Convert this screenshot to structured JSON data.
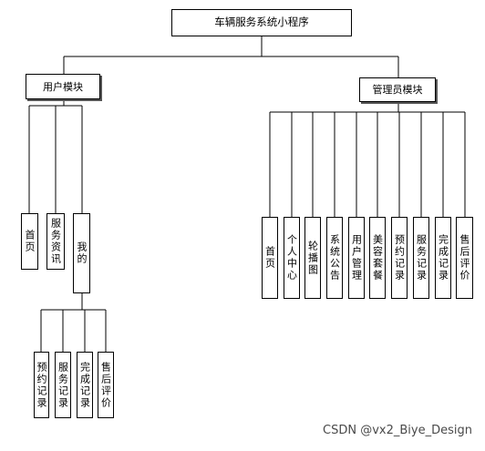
{
  "root": "车辆服务系统小程序",
  "user_module": {
    "label": "用户模块",
    "children": [
      "首页",
      "服务资讯",
      "我的"
    ],
    "my_children": [
      "预约记录",
      "服务记录",
      "完成记录",
      "售后评价"
    ]
  },
  "admin_module": {
    "label": "管理员模块",
    "children": [
      "首页",
      "个人中心",
      "轮播图",
      "系统公告",
      "用户管理",
      "美容套餐",
      "预约记录",
      "服务记录",
      "完成记录",
      "售后评价"
    ]
  },
  "watermark": "CSDN @vx2_Biye_Design"
}
